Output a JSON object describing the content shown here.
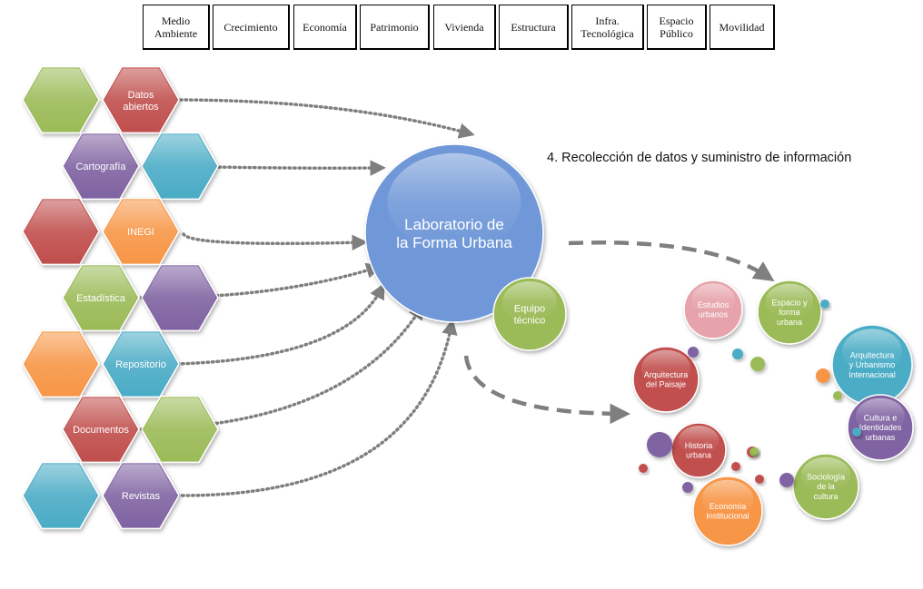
{
  "categories": [
    "Medio\nAmbiente",
    "Crecimiento",
    "Economía",
    "Patrimonio",
    "Vivienda",
    "Estructura",
    "Infra.\nTecnológica",
    "Espacio\nPúblico",
    "Movilidad"
  ],
  "sources": [
    "Datos\nabiertos",
    "Cartografía",
    "INEGI",
    "Estadística",
    "Repositorio",
    "Documentos",
    "Revistas"
  ],
  "lab": {
    "title": "Laboratorio de\nla Forma Urbana",
    "team": "Equipo\ntécnico"
  },
  "caption": "4. Recolección de datos y suministro de información",
  "disciplines": [
    "Estudios\nurbanos",
    "Espacio y\nforma\nurbana",
    "Arquitectura\ny Urbanismo\nInternacional",
    "Arquitectura\ndel Paisaje",
    "Cultura e\nIdentidades\nurbanas",
    "Historia\nurbana",
    "Sociología\nde la\ncultura",
    "Economía\nInstitucional"
  ],
  "colors": {
    "green": "#9bbb59",
    "red": "#c0504d",
    "purple": "#8064a2",
    "blue": "#4bacc6",
    "orange": "#f79646",
    "lab": "#6f98d8",
    "pink": "#e6a3ab",
    "arrow": "#7f7f7f"
  }
}
